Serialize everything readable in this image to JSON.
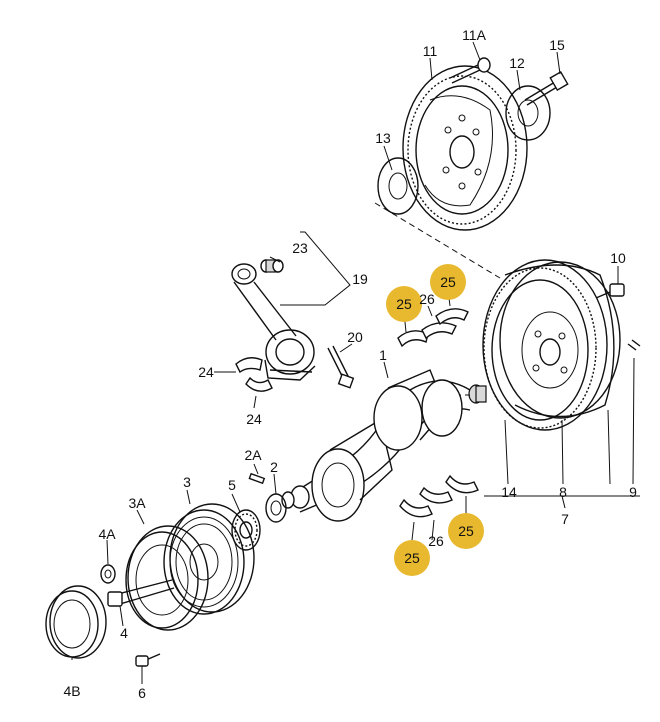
{
  "labels": {
    "l1": "1",
    "l2": "2",
    "l2a": "2A",
    "l3": "3",
    "l3a": "3A",
    "l4": "4",
    "l4a": "4A",
    "l4b": "4B",
    "l5": "5",
    "l6": "6",
    "l7": "7",
    "l8": "8",
    "l9": "9",
    "l10": "10",
    "l11": "11",
    "l11a": "11A",
    "l12": "12",
    "l13": "13",
    "l14": "14",
    "l15": "15",
    "l19": "19",
    "l20": "20",
    "l23": "23",
    "l24a": "24",
    "l24b": "24",
    "l26a": "26",
    "l26b": "26"
  },
  "highlights": {
    "color": "#e8b92e",
    "h1": "25",
    "h2": "25",
    "h3": "25",
    "h4": "25"
  }
}
